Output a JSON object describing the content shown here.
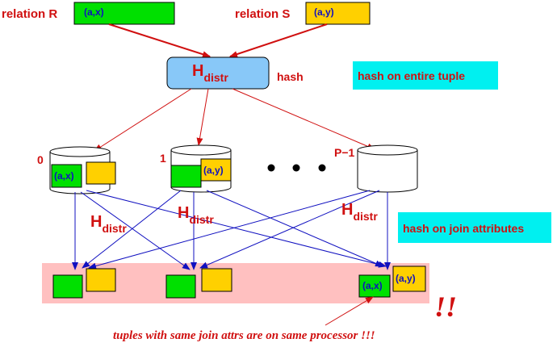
{
  "relations": {
    "r": {
      "label": "relation R",
      "tuple": "(a,x)"
    },
    "s": {
      "label": "relation S",
      "tuple": "(a,y)"
    }
  },
  "top_hash": {
    "symbol": "H",
    "subscript": "distr",
    "side_label": "hash"
  },
  "callouts": {
    "entire_tuple": "hash on entire tuple",
    "join_attrs": "hash on join attributes"
  },
  "processors": {
    "p0": {
      "label": "0",
      "tuple": "(a,x)"
    },
    "p1": {
      "label": "1",
      "tuple": "(a,y)"
    },
    "pn": {
      "label": "P−1"
    }
  },
  "mid_hash": {
    "symbol": "H",
    "subscript": "distr"
  },
  "output": {
    "tuple_x": "(a,x)",
    "tuple_y": "(a,y)"
  },
  "exclaim": "!!",
  "note": "tuples with same join attrs are on same processor !!!",
  "colors": {
    "green": "#00e000",
    "yellow": "#ffd000",
    "cyan": "#00f0f0",
    "hash_box": "#88c8f8",
    "pink": "#ffc0c0",
    "red": "#d01010",
    "blue": "#1010c0"
  }
}
